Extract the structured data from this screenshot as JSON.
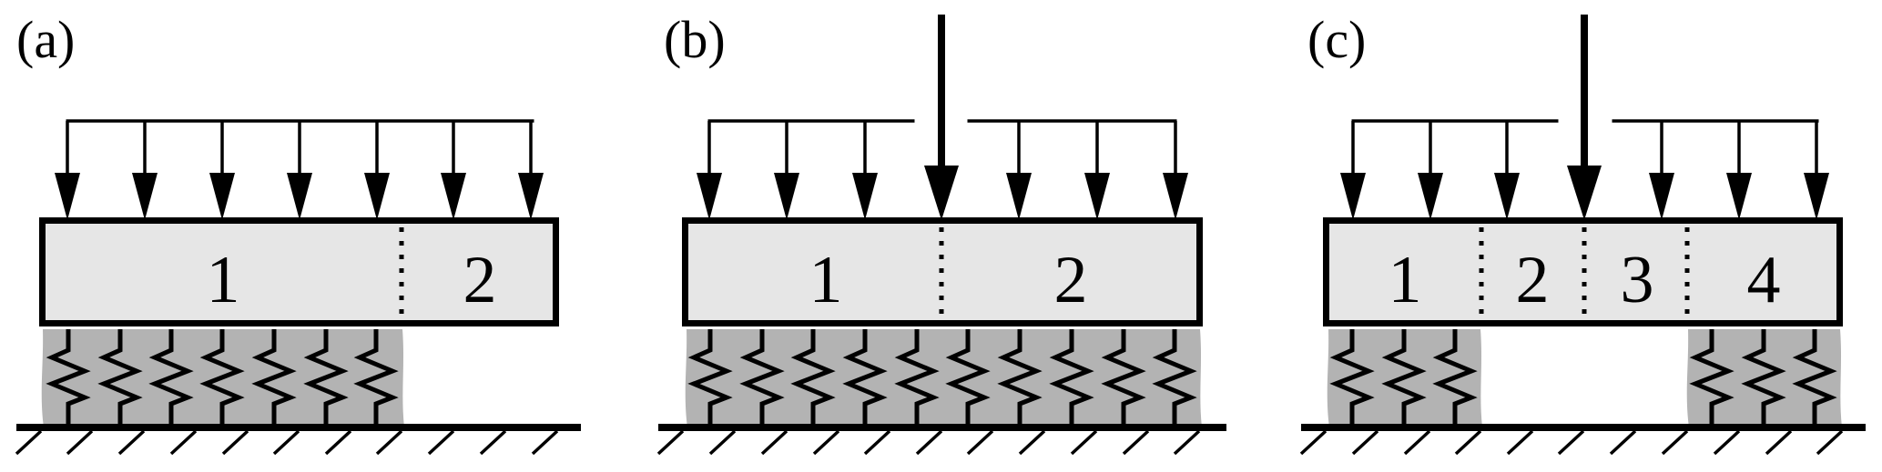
{
  "figure": {
    "description": "Beam on elastic (Winkler) foundation, three loading/support cases",
    "colors": {
      "beam_fill": "#e6e6e6",
      "foundation_fill": "#b3b3b3",
      "stroke": "#000000",
      "background": "#ffffff"
    },
    "panels": [
      {
        "id": "a",
        "label": "(a)",
        "distributed_load_groups": 1,
        "distributed_arrows": 7,
        "point_load": false,
        "segments": [
          "1",
          "2"
        ],
        "foundation_zones": [
          {
            "under_segments": [
              "1"
            ],
            "springs": 7
          }
        ]
      },
      {
        "id": "b",
        "label": "(b)",
        "distributed_load_groups": 2,
        "distributed_arrows": 6,
        "point_load": true,
        "segments": [
          "1",
          "2"
        ],
        "foundation_zones": [
          {
            "under_segments": [
              "1",
              "2"
            ],
            "springs": 10
          }
        ]
      },
      {
        "id": "c",
        "label": "(c)",
        "distributed_load_groups": 2,
        "distributed_arrows": 6,
        "point_load": true,
        "segments": [
          "1",
          "2",
          "3",
          "4"
        ],
        "foundation_zones": [
          {
            "under_segments": [
              "1"
            ],
            "springs": 3
          },
          {
            "under_segments": [
              "4"
            ],
            "springs": 3
          }
        ]
      }
    ]
  }
}
